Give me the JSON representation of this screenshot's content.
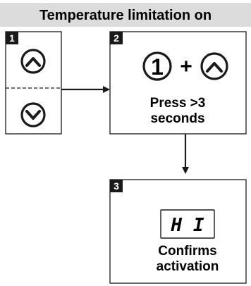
{
  "title": "Temperature limitation on",
  "steps": [
    {
      "number": "1"
    },
    {
      "number": "2",
      "key_label": "1",
      "plus": "+",
      "caption_line1": "Press >3",
      "caption_line2": "seconds"
    },
    {
      "number": "3",
      "display_text": "H I",
      "caption_line1": "Confirms",
      "caption_line2": "activation"
    }
  ],
  "icons": [
    "up-arrow-button-icon",
    "down-arrow-button-icon",
    "arrow-right-icon",
    "arrow-down-icon"
  ],
  "colors": {
    "banner": "#dcdcdc",
    "ink": "#1a1a1a",
    "badge_bg": "#1a1a1a",
    "badge_text": "#ffffff"
  }
}
